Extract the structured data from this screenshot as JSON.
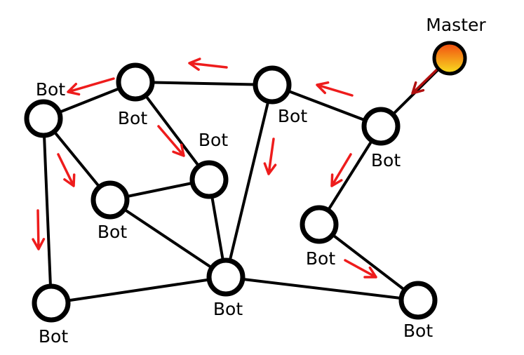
{
  "diagram": {
    "title": "Botnet peer-to-peer propagation",
    "colors": {
      "edge": "#000000",
      "node_fill": "#ffffff",
      "arrow": "#ee1c1c",
      "master_arrow": "#b01010",
      "master_gradient_top": "#f24a10",
      "master_gradient_bottom": "#f8e020"
    },
    "nodes": [
      {
        "id": "master",
        "label": "Master",
        "type": "master"
      },
      {
        "id": "A",
        "label": "Bot",
        "type": "bot"
      },
      {
        "id": "B",
        "label": "Bot",
        "type": "bot"
      },
      {
        "id": "C",
        "label": "Bot",
        "type": "bot"
      },
      {
        "id": "D",
        "label": "Bot",
        "type": "bot"
      },
      {
        "id": "E",
        "label": "Bot",
        "type": "bot"
      },
      {
        "id": "F",
        "label": "Bot",
        "type": "bot"
      },
      {
        "id": "G",
        "label": "Bot",
        "type": "bot"
      },
      {
        "id": "H",
        "label": "Bot",
        "type": "bot"
      },
      {
        "id": "I",
        "label": "Bot",
        "type": "bot"
      },
      {
        "id": "J",
        "label": "Bot",
        "type": "bot"
      }
    ],
    "edges": [
      [
        "master",
        "D"
      ],
      [
        "D",
        "C"
      ],
      [
        "C",
        "B"
      ],
      [
        "B",
        "A"
      ],
      [
        "D",
        "G"
      ],
      [
        "A",
        "F"
      ],
      [
        "A",
        "I"
      ],
      [
        "B",
        "E"
      ],
      [
        "E",
        "F"
      ],
      [
        "E",
        "H"
      ],
      [
        "F",
        "H"
      ],
      [
        "C",
        "H"
      ],
      [
        "H",
        "I"
      ],
      [
        "H",
        "J"
      ],
      [
        "G",
        "J"
      ]
    ],
    "propagation": [
      {
        "from": "master",
        "to": "D"
      },
      {
        "from": "D",
        "to": "C"
      },
      {
        "from": "C",
        "to": "B"
      },
      {
        "from": "B",
        "to": "A"
      },
      {
        "from": "B",
        "to": "E"
      },
      {
        "from": "A",
        "to": "F"
      },
      {
        "from": "A",
        "to": "I"
      },
      {
        "from": "C",
        "to": "H"
      },
      {
        "from": "D",
        "to": "G"
      },
      {
        "from": "G",
        "to": "J"
      }
    ]
  }
}
